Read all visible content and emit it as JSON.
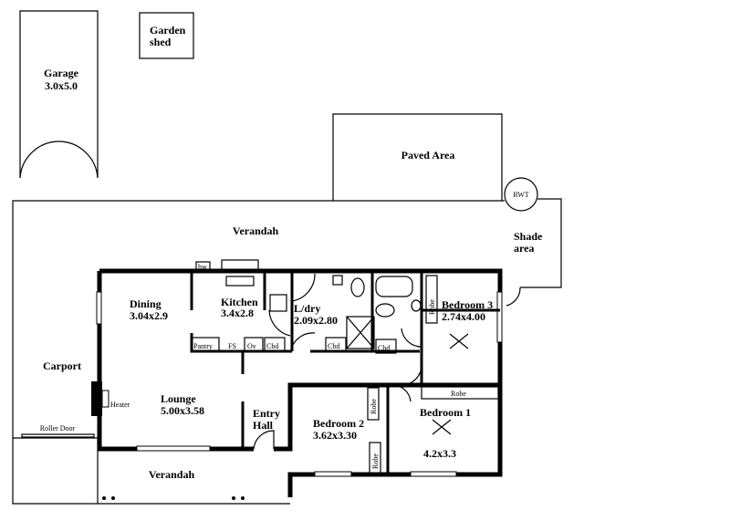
{
  "rooms": {
    "garage": {
      "name": "Garage",
      "size": "3.0x5.0"
    },
    "garden_shed": {
      "line1": "Garden",
      "line2": "shed"
    },
    "paved_area": {
      "name": "Paved Area"
    },
    "rwt": {
      "name": "RWT"
    },
    "shade_area": {
      "line1": "Shade",
      "line2": "area"
    },
    "verandah_top": {
      "name": "Verandah"
    },
    "verandah_bottom": {
      "name": "Verandah"
    },
    "carport": {
      "name": "Carport"
    },
    "roller_door": {
      "name": "Roller Door"
    },
    "dining": {
      "name": "Dining",
      "size": "3.04x2.9"
    },
    "kitchen": {
      "name": "Kitchen",
      "size": "3.4x2.8"
    },
    "laundry": {
      "name": "L/dry",
      "size": "2.09x2.80"
    },
    "bedroom3": {
      "name": "Bedroom 3",
      "size": "2.74x4.00"
    },
    "bedroom2": {
      "name": "Bedroom 2",
      "size": "3.62x3.30"
    },
    "bedroom1": {
      "name": "Bedroom 1",
      "size": "4.2x3.3"
    },
    "lounge": {
      "name": "Lounge",
      "size": "5.00x3.58"
    },
    "entry_hall": {
      "line1": "Entry",
      "line2": "Hall"
    }
  },
  "fixtures": {
    "heater": "Heater",
    "hw": "hw",
    "pantry": "Pantry",
    "fs": "FS",
    "ov": "Ov",
    "cbd": "Cbd",
    "robe": "Robe"
  }
}
